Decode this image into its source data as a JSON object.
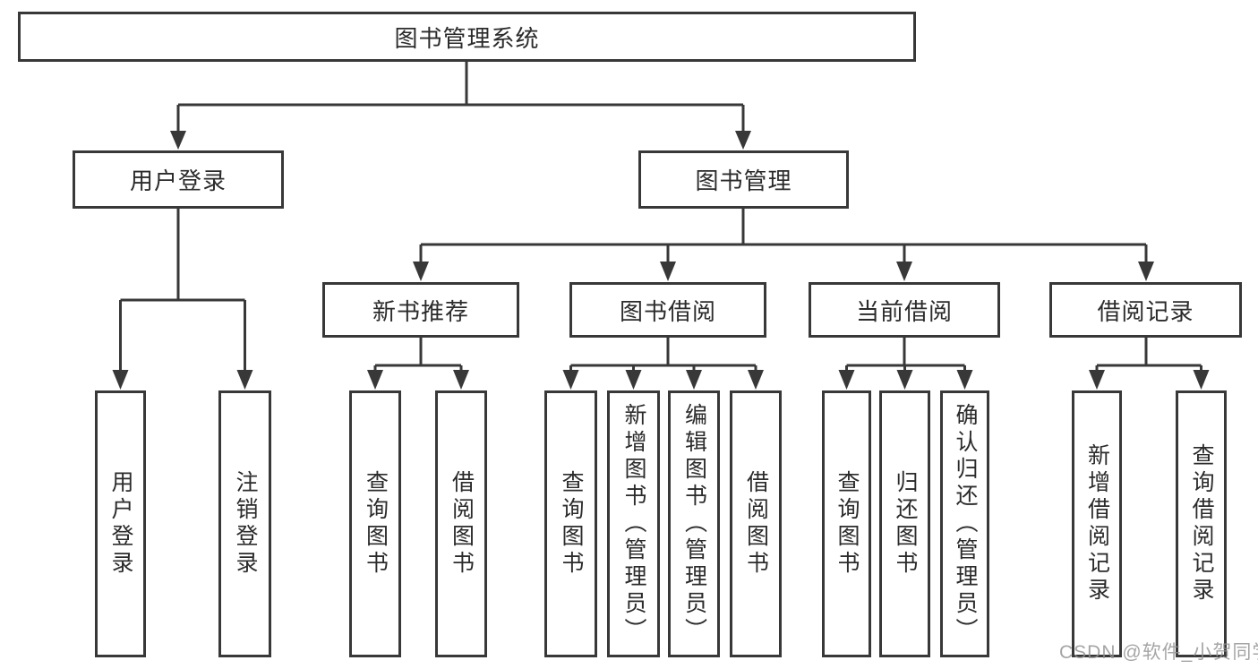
{
  "colors": {
    "line": "#383838",
    "box_border": "#383838",
    "box_background": "#ffffff",
    "text": "#2b2b2b",
    "watermark": "#919191",
    "page_background": "#ffffff"
  },
  "tree": {
    "root": {
      "label": "图书管理系统",
      "children": [
        {
          "label": "用户登录",
          "children": [
            {
              "label": "用户登录"
            },
            {
              "label": "注销登录"
            }
          ]
        },
        {
          "label": "图书管理",
          "children": [
            {
              "label": "新书推荐",
              "children": [
                {
                  "label": "查询图书"
                },
                {
                  "label": "借阅图书"
                }
              ]
            },
            {
              "label": "图书借阅",
              "children": [
                {
                  "label": "查询图书"
                },
                {
                  "label": "新增图书（管理员）"
                },
                {
                  "label": "编辑图书（管理员）"
                },
                {
                  "label": "借阅图书"
                }
              ]
            },
            {
              "label": "当前借阅",
              "children": [
                {
                  "label": "查询图书"
                },
                {
                  "label": "归还图书"
                },
                {
                  "label": "确认归还（管理员）"
                }
              ]
            },
            {
              "label": "借阅记录",
              "children": [
                {
                  "label": "新增借阅记录"
                },
                {
                  "label": "查询借阅记录"
                }
              ]
            }
          ]
        }
      ]
    }
  },
  "watermark": {
    "text": "CSDN @软件_小贺同学"
  }
}
